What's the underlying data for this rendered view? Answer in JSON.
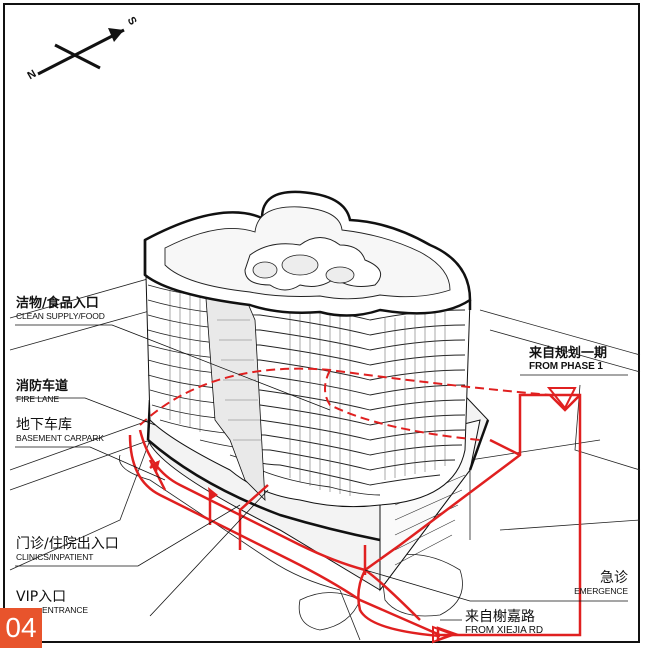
{
  "compass": {
    "north": "N",
    "south": "S"
  },
  "labels": [
    {
      "id": "clean-supply",
      "cn": "洁物/食品入口",
      "en": "CLEAN SUPPLY/FOOD"
    },
    {
      "id": "fire-lane",
      "cn": "消防车道",
      "en": "FIRE LANE"
    },
    {
      "id": "basement-carpark",
      "cn": "地下车库",
      "en": "BASEMENT CARPARK"
    },
    {
      "id": "clinics",
      "cn": "门诊/住院出入口",
      "en": "CLINICS/INPATIENT"
    },
    {
      "id": "vip",
      "cn": "VIP入口",
      "en": "ENTRANCE"
    },
    {
      "id": "phase1",
      "cn": "来自规划一期",
      "en": "FROM PHASE 1"
    },
    {
      "id": "emergence",
      "cn": "急诊",
      "en": "EMERGENCE"
    },
    {
      "id": "xiejia",
      "cn": "来自榭嘉路",
      "en": "FROM XIEJIA RD"
    }
  ],
  "page_number": "04",
  "colors": {
    "route": "#e02020",
    "ink": "#111111",
    "badge": "#e8542c"
  }
}
